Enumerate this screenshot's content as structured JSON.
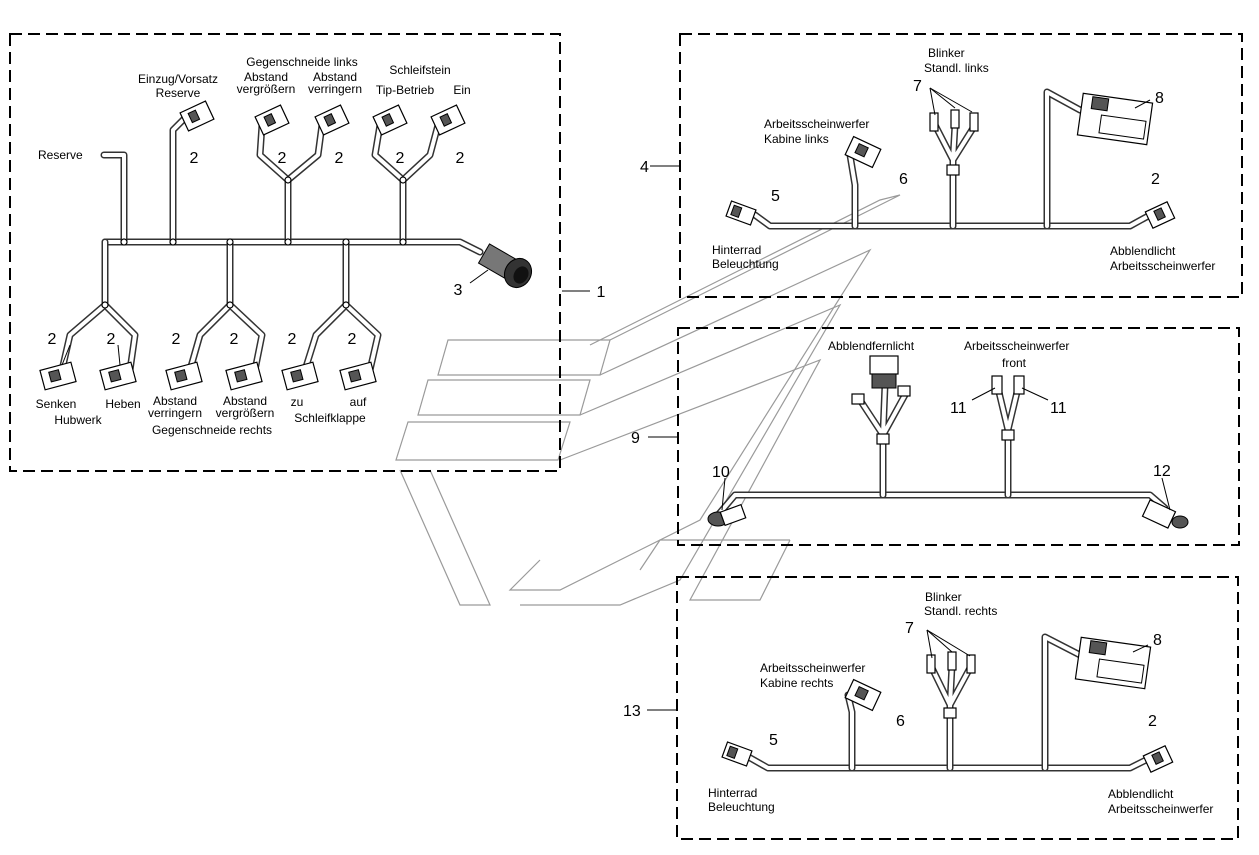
{
  "labels": {
    "einzug_vorsatz": "Einzug/Vorsatz",
    "reserve_top": "Reserve",
    "reserve_left": "Reserve",
    "gegenschneide_links": "Gegenschneide links",
    "abstand_vergroessern_top": "Abstand",
    "vergroessern_top": "vergrößern",
    "abstand_verringern_top": "Abstand",
    "verringern_top": "verringern",
    "schleifstein": "Schleifstein",
    "tip_betrieb": "Tip-Betrieb",
    "ein": "Ein",
    "senken": "Senken",
    "hubwerk": "Hubwerk",
    "heben": "Heben",
    "abstand_verringern_bottom": "Abstand",
    "verringern_bottom": "verringern",
    "abstand_vergroessern_bottom": "Abstand",
    "vergroessern_bottom": "vergrößern",
    "gegenschneide_rechts": "Gegenschneide rechts",
    "zu": "zu",
    "auf": "auf",
    "schleifklappe": "Schleifklappe",
    "p4_blinker": "Blinker",
    "p4_standl_links": "Standl. links",
    "p4_arbeits": "Arbeitsscheinwerfer",
    "p4_kabine_links": "Kabine links",
    "p4_hinterrad": "Hinterrad",
    "p4_beleuchtung": "Beleuchtung",
    "p4_abblendlicht": "Abblendlicht",
    "p4_arbeits2": "Arbeitsscheinwerfer",
    "p9_abblendfernlicht": "Abblendfernlicht",
    "p9_arbeits": "Arbeitsscheinwerfer",
    "p9_front": "front",
    "p13_blinker": "Blinker",
    "p13_standl_rechts": "Standl. rechts",
    "p13_arbeits": "Arbeitsscheinwerfer",
    "p13_kabine_rechts": "Kabine rechts",
    "p13_hinterrad": "Hinterrad",
    "p13_beleuchtung": "Beleuchtung",
    "p13_abblendlicht": "Abblendlicht",
    "p13_arbeits2": "Arbeitsscheinwerfer"
  },
  "callouts": {
    "c1": "1",
    "c2": "2",
    "c3": "3",
    "c4": "4",
    "c5": "5",
    "c6": "6",
    "c7": "7",
    "c8": "8",
    "c9": "9",
    "c10": "10",
    "c11": "11",
    "c12": "12",
    "c13": "13"
  }
}
